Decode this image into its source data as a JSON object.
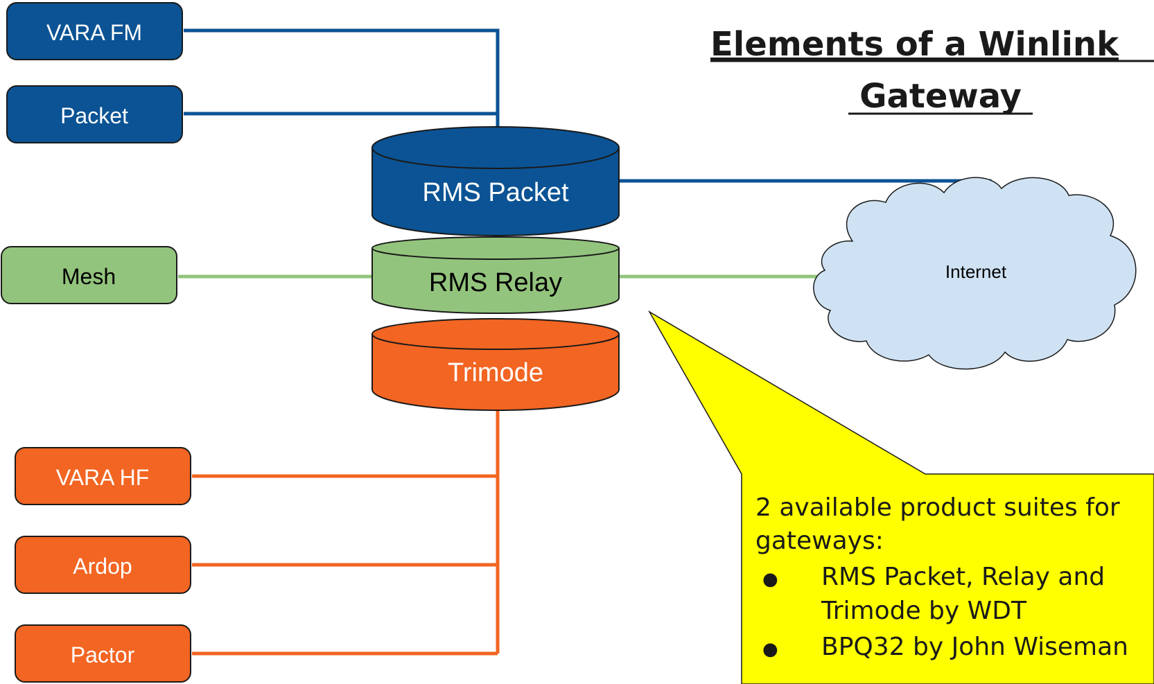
{
  "title": {
    "line1": "Elements of a Winlink",
    "line2": "Gateway"
  },
  "nodes": {
    "vara_fm": "VARA FM",
    "packet": "Packet",
    "mesh": "Mesh",
    "vara_hf": "VARA HF",
    "ardop": "Ardop",
    "pactor": "Pactor"
  },
  "cylinders": {
    "rms_packet": "RMS Packet",
    "rms_relay": "RMS Relay",
    "trimode": "Trimode"
  },
  "cloud": {
    "label": "Internet"
  },
  "callout": {
    "intro_line1": "2 available product suites for",
    "intro_line2": "gateways:",
    "bullets": [
      {
        "line1": "RMS Packet, Relay and",
        "line2": "Trimode by WDT"
      },
      {
        "line1": "BPQ32 by John Wiseman",
        "line2": ""
      }
    ],
    "bullet_glyph": "●"
  },
  "colors": {
    "blue": "#0b5394",
    "green": "#93c47d",
    "orange": "#f26522",
    "cloud": "#cfe2f3",
    "callout": "#ffff00"
  }
}
